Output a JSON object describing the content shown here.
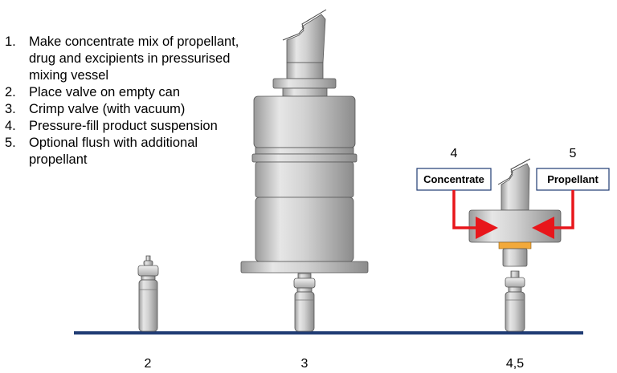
{
  "steps": [
    {
      "num": "1.",
      "text": "Make concentrate mix of propellant, drug and excipients in pressurised mixing vessel"
    },
    {
      "num": "2.",
      "text": "Place valve on empty can"
    },
    {
      "num": "3.",
      "text": "Crimp valve (with vacuum)"
    },
    {
      "num": "4.",
      "text": "Pressure-fill product suspension"
    },
    {
      "num": "5.",
      "text": "Optional flush with additional propellant"
    }
  ],
  "stations": {
    "station_2_label": "2",
    "station_3_label": "3",
    "station_45_label": "4,5"
  },
  "fill_head": {
    "label_4": "4",
    "label_5": "5",
    "concentrate_box": "Concentrate",
    "propellant_box": "Propellant"
  },
  "colors": {
    "conveyor": "#1f3b73",
    "arrow": "#e8161b",
    "valve_seal": "#f2a93b",
    "metal": "#c8c8c8",
    "box_border": "#1f3b73"
  }
}
